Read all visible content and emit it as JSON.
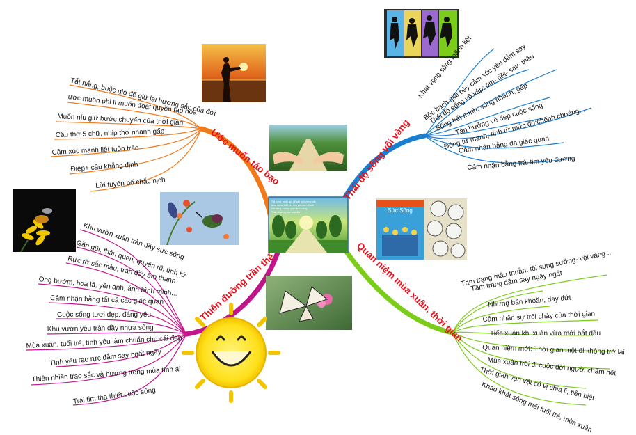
{
  "colors": {
    "orange": "#f07a1a",
    "blue": "#1a7fd0",
    "green": "#7ccc1a",
    "magenta": "#c0168c",
    "title": "#e8101a"
  },
  "center": {
    "label_lines": [
      "Tất nắng, buộc gió để giữ lại hương sắc",
      "Mùa xuân, tuổi trẻ, tình yêu làm chuẩn",
      "Vội vàng, cuống quýt tận hưởng",
      "Thiên đường trên mặt đất"
    ]
  },
  "branches": {
    "top_left": {
      "title": "Ước muốn táo bạo",
      "items": [
        "Tắt nắng, buộc gió để giữ lại hương sắc của đời",
        "ước muốn phi lí muốn đoạt quyền tạo hóa",
        "Muốn níu giữ bước chuyển của thời gian",
        "Câu thơ 5 chữ, nhịp thơ nhanh gấp",
        "Cảm xúc mãnh liệt tuôn trào",
        "Điệp+ câu khẳng định",
        "Lời tuyên bố chắc nịch"
      ]
    },
    "top_right": {
      "title": "Thái độ sống vội vàng",
      "items": [
        "Khát vọng sống mãnh liệt",
        "Bộc bạch giãi bày cảm xúc yêu đắm say",
        "Thái độ sống vồ vập: ôm- riết- say- thâu",
        "Sống hết mình, sống nhanh, gấp",
        "Tận hưởng vẻ đẹp cuộc sống",
        "Động từ mạnh, tính từ mức độ:chếnh choáng...",
        "Cảm nhận bằng đa giác quan",
        "Cảm nhận bằng trái tim yêu đương"
      ]
    },
    "bottom_left": {
      "title": "Thiên đường trần thế",
      "items": [
        "Khu vườn xuân tràn đầy sức sống",
        "Gần gũi, thân quen, quyến rũ, tình tứ",
        "Rực rỡ sắc màu, tràn đầy âm thanh",
        "Ong bướm, hoa lá, yến anh, ánh bình minh...",
        "Cảm nhận bằng tất cả các giác quan",
        "Cuộc sống tươi đẹp, đáng yêu",
        "Khu vườn yêu tràn đầy nhựa sống",
        "Mùa xuân, tuổi trẻ, tình yêu làm chuẩn cho cái đẹp",
        "Tình yêu rạo rực đắm say ngất ngây",
        "Thiên nhiên trao sắc và hương trong mùa tình ái",
        "Trái tim tha thiết cuộc sống"
      ]
    },
    "bottom_right": {
      "title": "Quan niệm mùa xuân, thời gian",
      "items": [
        "Tâm trạng mâu thuẫn: tôi sung sướng- vội vàng ...",
        "Tâm trạng đắm say ngây ngất",
        "Nhưng băn khoăn, day dứt",
        "Cảm nhận sự trôi chảy của thời gian",
        "Tiếc xuân khi xuân vừa mới bắt đầu",
        "Quan niệm mới: Thời gian một đi không trở lại",
        "Mùa xuân trôi đi cuộc đời người chấm hết",
        "Thời gian vạn vật có vị chia li, tiễn biệt",
        "Khao khát sống mãi tuổi trẻ, mùa xuân"
      ]
    }
  },
  "images": {
    "sunset_person": "sunset-silhouette-image",
    "jumping_people": "jumping-silhouettes-image",
    "hands_road": "open-hands-road-image",
    "bird_flowers": "sunbird-flowers-image",
    "bee_flower": "bee-yellow-flower-image",
    "book_clocks": "book-and-clocks-image",
    "butterfly": "butterfly-flower-image",
    "sun": "smiling-sun-image",
    "book_cover_text": "Sức Sống"
  }
}
